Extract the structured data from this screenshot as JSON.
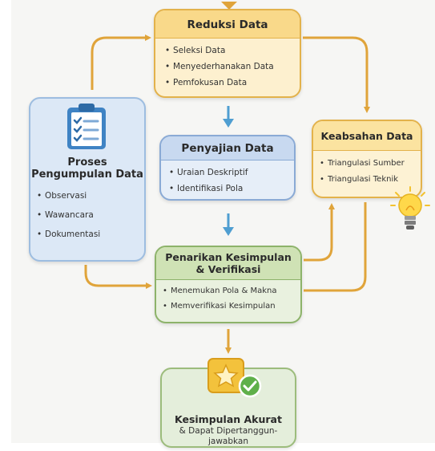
{
  "reduksi": {
    "title": "Reduksi Data",
    "items": [
      "Seleksi Data",
      "Menyederhanakan Data",
      "Pemfokusan Data"
    ]
  },
  "proses": {
    "title": "Proses Pengumpulan Data",
    "items": [
      "Observasi",
      "Wawancara",
      "Dokumentasi"
    ]
  },
  "penyajian": {
    "title": "Penyajian Data",
    "items": [
      "Uraian Deskriptif",
      "Identifikasi Pola"
    ]
  },
  "keabsahan": {
    "title": "Keabsahan Data",
    "items": [
      "Triangulasi Sumber",
      "Triangulasi Teknik"
    ]
  },
  "penarikan": {
    "title": "Penarikan Kesimpulan & Verifikasi",
    "items": [
      "Menemukan Pola & Makna",
      "Memverifikasi Kesimpulan"
    ]
  },
  "kesimpulan": {
    "title": "Kesimpulan Akurat",
    "subtitle": "& Dapat Dipertanggun- jawabkan"
  },
  "icons": {
    "proses": "clipboard-checklist-icon",
    "keabsahan": "lightbulb-icon",
    "kesimpulan": "star-check-badge-icon"
  },
  "colors": {
    "arrow_orange": "#e0a43a",
    "arrow_blue": "#4f9ed1"
  }
}
